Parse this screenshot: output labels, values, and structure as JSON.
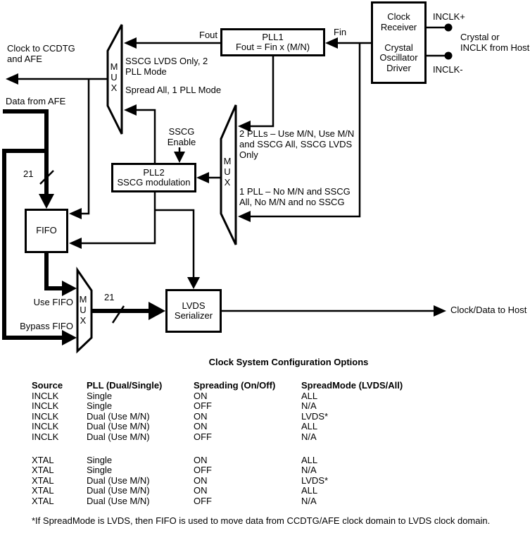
{
  "blocks": {
    "clock_receiver": "Clock\nReceiver\n\nCrystal\nOscillator\nDriver",
    "pll1_title": "PLL1",
    "pll1_formula": "Fout = Fin x (M/N)",
    "pll2_title": "PLL2",
    "pll2_subtitle": "SSCG modulation",
    "fifo": "FIFO",
    "lvds_line1": "LVDS",
    "lvds_line2": "Serializer",
    "mux": "M\nU\nX"
  },
  "labels": {
    "inclk_plus": "INCLK+",
    "inclk_minus": "INCLK-",
    "crystal_source": "Crystal or\nINCLK from Host",
    "fin": "Fin",
    "fout": "Fout",
    "clock_to_ccdtg": "Clock to CCDTG\nand AFE",
    "data_from_afe": "Data from AFE",
    "mux1_input_top": "SSCG LVDS Only, 2\nPLL Mode",
    "mux1_input_bottom": "Spread All, 1 PLL Mode",
    "sscg_enable": "SSCG\nEnable",
    "mux2_input_top": "2 PLLs – Use M/N, Use M/N\nand SSCG All, SSCG LVDS\nOnly",
    "mux2_input_bottom": "1 PLL – No M/N and SSCG\nAll,  No M/N and no SSCG",
    "bus_width_fifo": "21",
    "bus_width_lvds": "21",
    "use_fifo": "Use FIFO",
    "bypass_fifo": "Bypass FIFO",
    "clock_data_to_host": "Clock/Data to Host"
  },
  "table": {
    "title": "Clock System Configuration Options",
    "headers": [
      "Source",
      "PLL (Dual/Single)",
      "Spreading (On/Off)",
      "SpreadMode (LVDS/All)"
    ],
    "groups": [
      {
        "rows": [
          [
            "INCLK",
            "Single",
            "ON",
            "ALL"
          ],
          [
            "INCLK",
            "Single",
            "OFF",
            "N/A"
          ],
          [
            "INCLK",
            "Dual (Use M/N)",
            "ON",
            "LVDS*"
          ],
          [
            "INCLK",
            "Dual (Use M/N)",
            "ON",
            "ALL"
          ],
          [
            "INCLK",
            "Dual (Use M/N)",
            "OFF",
            "N/A"
          ]
        ]
      },
      {
        "rows": [
          [
            "XTAL",
            "Single",
            "ON",
            "ALL"
          ],
          [
            "XTAL",
            "Single",
            "OFF",
            "N/A"
          ],
          [
            "XTAL",
            "Dual (Use M/N)",
            "ON",
            "LVDS*"
          ],
          [
            "XTAL",
            "Dual (Use M/N)",
            "ON",
            "ALL"
          ],
          [
            "XTAL",
            "Dual (Use M/N)",
            "OFF",
            "N/A"
          ]
        ]
      }
    ],
    "footnote": "*If SpreadMode is LVDS, then FIFO is used to move data from CCDTG/AFE clock domain to LVDS clock domain."
  },
  "colors": {
    "line": "#000000",
    "background": "#ffffff"
  }
}
